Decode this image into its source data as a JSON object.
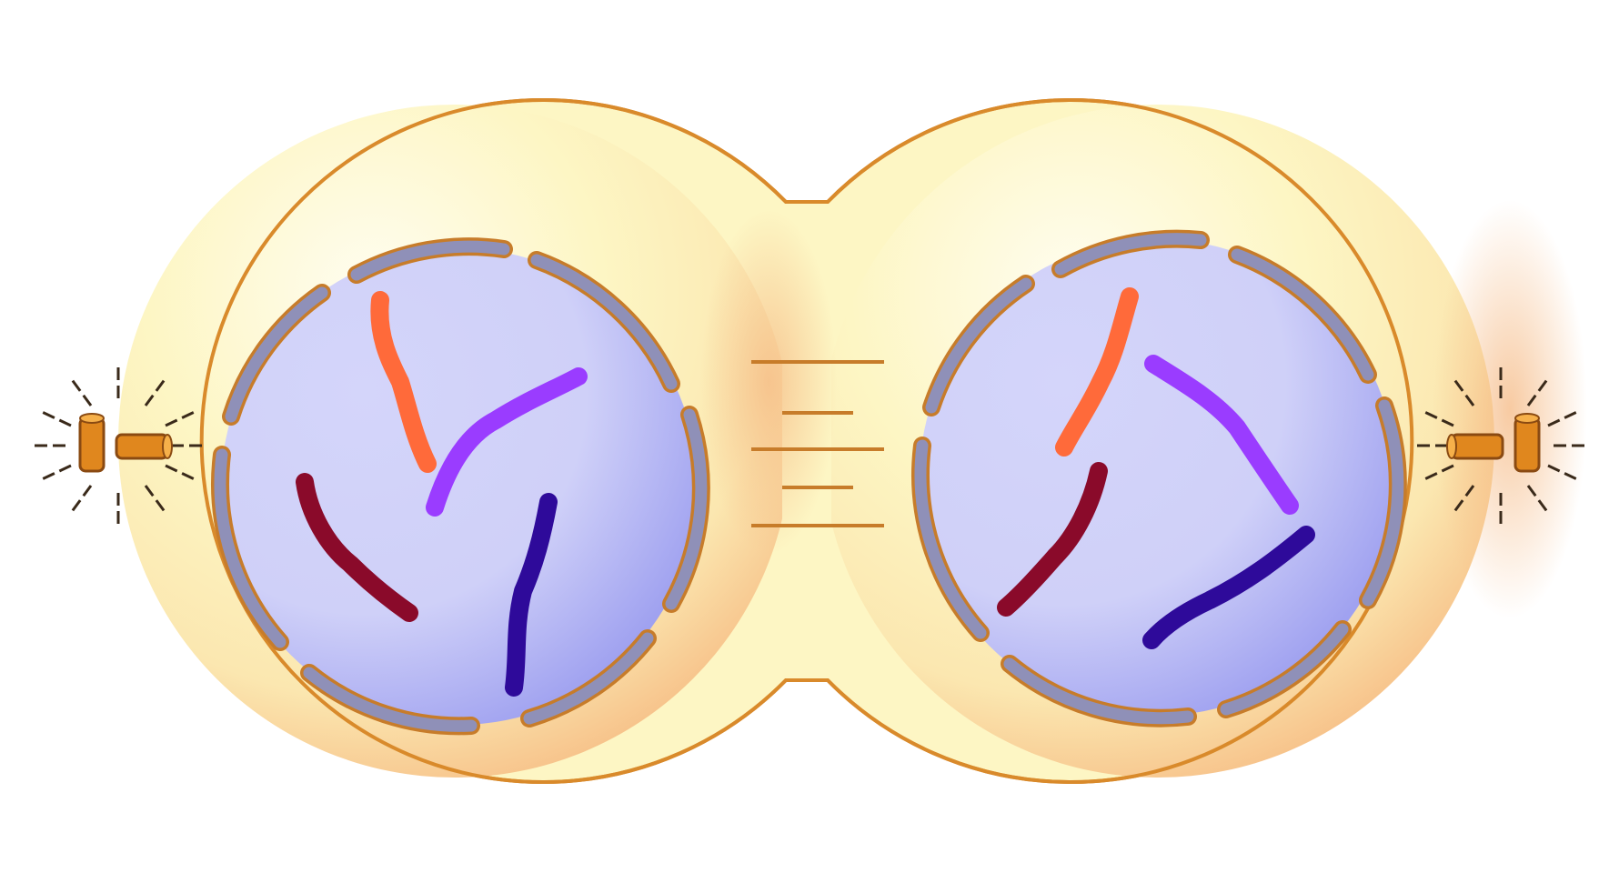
{
  "diagram": {
    "subject": "cell-division-telophase",
    "colors": {
      "background": "#ffffff",
      "cytoplasm": "#fdf6c4",
      "cytoplasm_highlight": "#fffbe6",
      "cytoplasm_shade": "#f7c48c",
      "cell_outline": "#d98a2b",
      "nucleus_fill": "#cfd0f8",
      "nucleus_shade": "#9a9cf0",
      "nuclear_envelope": "#8f90b8",
      "envelope_edge": "#c77c2a",
      "centriole": "#e0871e",
      "centriole_dark": "#8a4a12",
      "aster_ray": "#3a2a1a",
      "cleavage_lines": "#c77c2a",
      "chromosome_orange": "#ff6a3a",
      "chromosome_violet": "#9a3cff",
      "chromosome_crimson": "#8a0a2a",
      "chromosome_indigo": "#2e0a9a"
    },
    "cells": [
      {
        "id": "left-daughter-cell",
        "chromosomes": [
          "orange",
          "violet",
          "crimson",
          "indigo"
        ]
      },
      {
        "id": "right-daughter-cell",
        "chromosomes": [
          "orange",
          "violet",
          "crimson",
          "indigo"
        ]
      }
    ]
  }
}
